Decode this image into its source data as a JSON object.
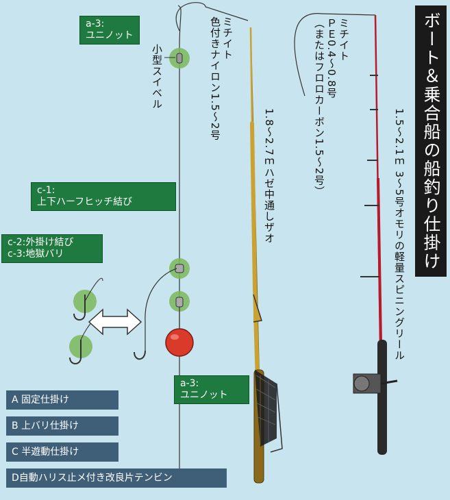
{
  "title": "ボート＆乗合船の船釣り仕掛け",
  "labels": {
    "a3_top": [
      "a-3:",
      "ユニノット"
    ],
    "swivel": "小型スイベル",
    "c1": [
      "c-1:",
      "上下ハーフヒッチ結び"
    ],
    "c23": [
      "c-2:外掛け結び",
      "c-3:地獄バリ"
    ],
    "a3_bottom": [
      "a-3:",
      "ユニノット"
    ],
    "line_left": [
      "ミチイト",
      "色付きナイロン1.5〜2号"
    ],
    "rod_left": "1.8〜2.7ｍハゼ中通しザオ",
    "line_right": [
      "ミチイト",
      "ＰＥ0.4〜0.8号",
      "（またはフロロカーボン1.5〜2号）"
    ],
    "rod_right": "1.5〜2.1ｍ  3〜5号オモリの軽量スピニングリール"
  },
  "legend": [
    "A 固定仕掛け",
    "B 上バリ仕掛け",
    "C 半遊動仕掛け",
    "D自動ハリス止メ付き改良片テンビン"
  ],
  "colors": {
    "background": "#c8e4ee",
    "label_green": "#1e7a3e",
    "highlight_circle": "#7ab85a",
    "legend_bg": "#3f5f78",
    "title_bg": "#1a1a1a",
    "sinker": "#d93a2a",
    "rod_left": "#c9a233",
    "rod_right": "#b8192b"
  }
}
